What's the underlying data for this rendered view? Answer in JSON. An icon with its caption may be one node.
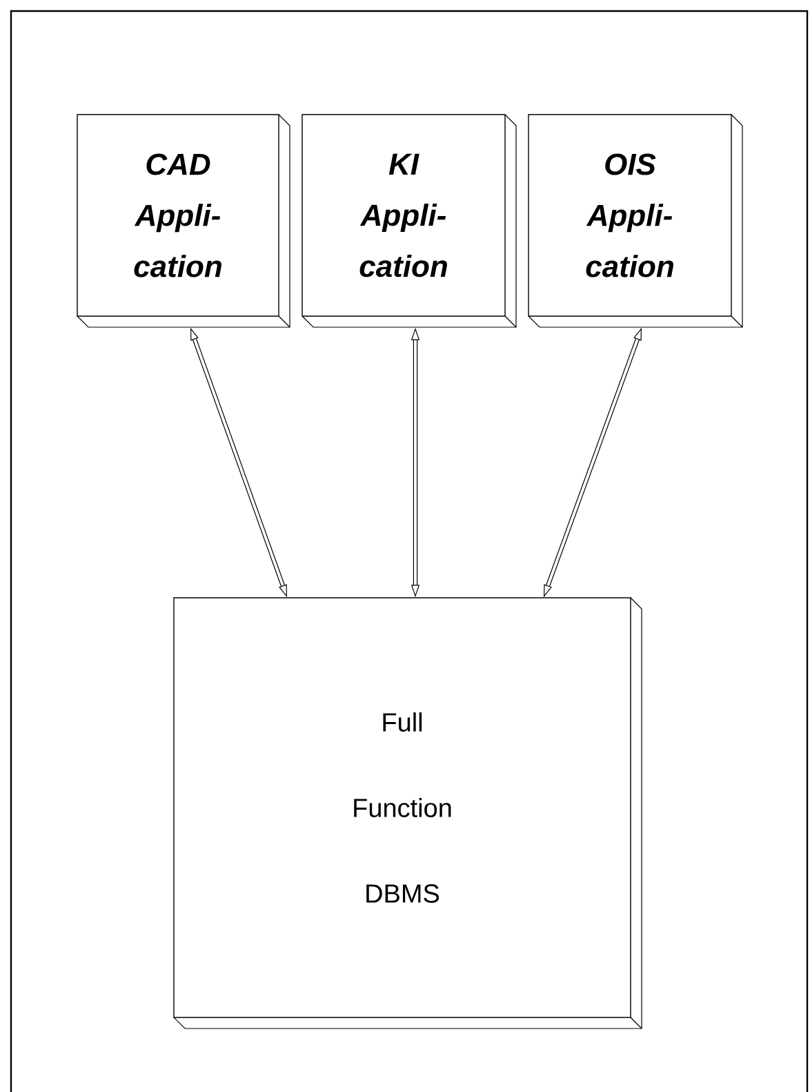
{
  "diagram": {
    "nodes": [
      {
        "text": [
          "CAD Appli-cation"
        ]
      },
      {
        "text": [
          "KI Appli-cation"
        ]
      },
      {
        "text": [
          "OIS Appli-cation"
        ]
      },
      {
        "text": [
          "Full Function DBMS"
        ]
      }
    ],
    "edges": [
      {
        "from": 0,
        "to": 3,
        "arrow": "both"
      },
      {
        "from": 1,
        "to": 3,
        "arrow": "both"
      },
      {
        "from": 2,
        "to": 3,
        "arrow": "both"
      }
    ]
  }
}
